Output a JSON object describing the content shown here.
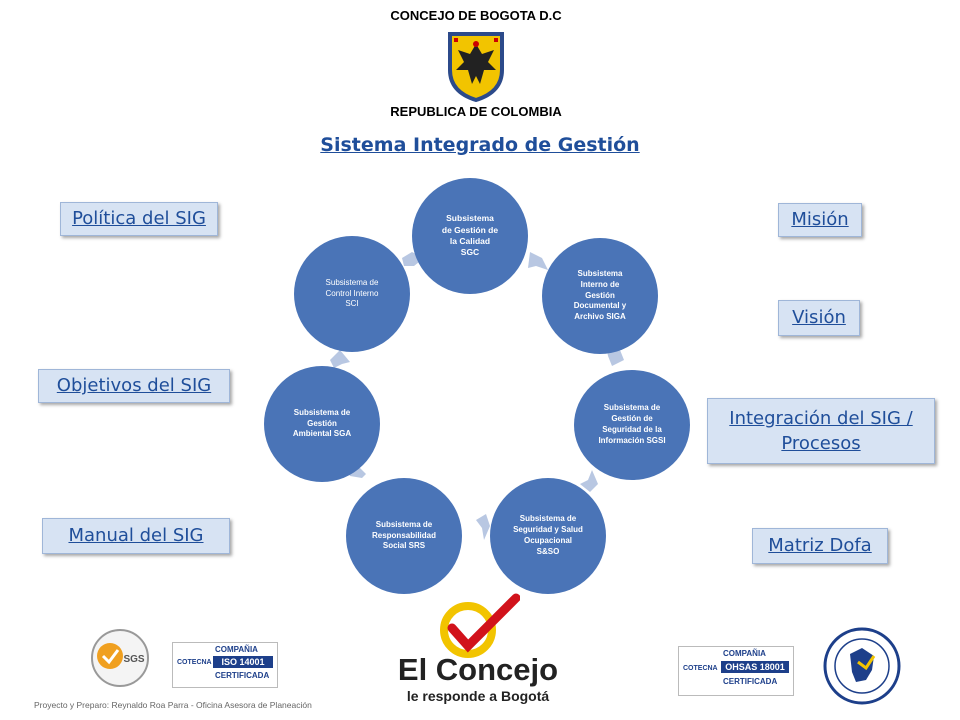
{
  "header": {
    "top_title": "CONCEJO DE BOGOTA D.C",
    "bottom_title": "REPUBLICA DE COLOMBIA",
    "main_title": "Sistema Integrado de Gestión"
  },
  "left_links": {
    "politica": "Política del SIG",
    "objetivos": "Objetivos del SIG",
    "manual": "Manual del SIG"
  },
  "right_links": {
    "mision": "Misión",
    "vision": "Visión",
    "integracion": "Integración del SIG / Procesos",
    "matriz": "Matriz Dofa"
  },
  "cycle": {
    "sgc": "Subsistema\nde Gestión de\nla Calidad\nSGC",
    "siga": "Subsistema\nInterno de\nGestión\nDocumental y\nArchivo SIGA",
    "sgsi": "Subsistema de\nGestión de\nSeguridad de la\nInformación SGSI",
    "sso": "Subsistema de\nSeguridad y Salud\nOcupacional\nS&SO",
    "srs": "Subsistema de\nResponsabilidad\nSocial SRS",
    "sga": "Subsistema de\nGestión\nAmbiental SGA",
    "sci": "Subsistema de\nControl Interno\nSCI"
  },
  "logos": {
    "concejo_line1": "El Concejo",
    "concejo_line2": "le responde a Bogotá",
    "iso_company": "COMPAÑIA",
    "iso_brand": "COTECNA",
    "iso_std": "ISO 14001",
    "iso_cert": "CERTIFICADA",
    "ohsas_company": "COMPAÑIA",
    "ohsas_brand": "COTECNA",
    "ohsas_std": "OHSAS 18001",
    "ohsas_cert": "CERTIFICADA",
    "sgs_label": "SGS"
  },
  "footer": {
    "credit": "Proyecto y Preparo: Reynaldo Roa Parra - Oficina Asesora de Planeación"
  },
  "colors": {
    "node_fill": "#4a74b7",
    "arrow_fill": "#b8c7e2",
    "link_color": "#1f4e9a",
    "button_fill": "#d7e3f3"
  }
}
